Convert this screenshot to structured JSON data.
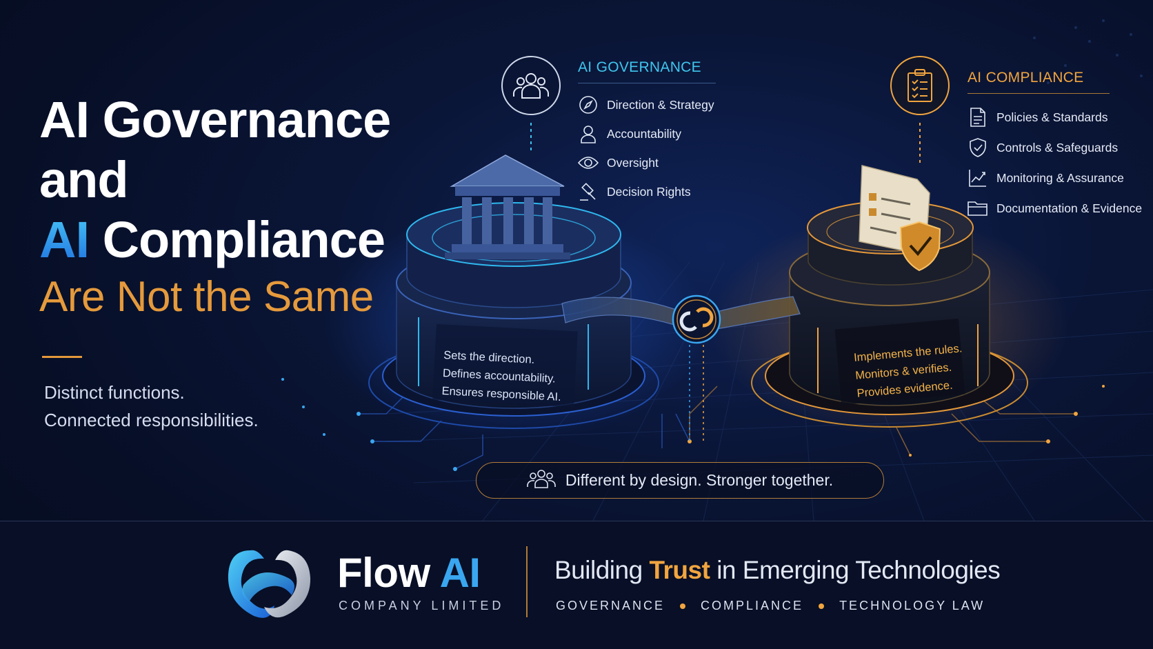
{
  "hero": {
    "line1": "AI Governance",
    "line2": "and",
    "line3_ai": "AI",
    "line3_rest": "Compliance",
    "line4": "Are Not the Same"
  },
  "tagline": {
    "line1": "Distinct functions.",
    "line2": "Connected responsibilities."
  },
  "governance": {
    "title": "AI GOVERNANCE",
    "items": [
      {
        "label": "Direction & Strategy",
        "icon": "compass-icon"
      },
      {
        "label": "Accountability",
        "icon": "person-icon"
      },
      {
        "label": "Oversight",
        "icon": "eye-icon"
      },
      {
        "label": "Decision Rights",
        "icon": "gavel-icon"
      }
    ],
    "pedestal_lines": [
      "Sets the direction.",
      "Defines accountability.",
      "Ensures responsible AI."
    ]
  },
  "compliance": {
    "title": "AI COMPLIANCE",
    "items": [
      {
        "label": "Policies & Standards",
        "icon": "document-icon"
      },
      {
        "label": "Controls & Safeguards",
        "icon": "shield-check-icon"
      },
      {
        "label": "Monitoring & Assurance",
        "icon": "chart-icon"
      },
      {
        "label": "Documentation & Evidence",
        "icon": "folder-icon"
      }
    ],
    "pedestal_lines": [
      "Implements the rules.",
      "Monitors & verifies.",
      "Provides evidence."
    ]
  },
  "pill": {
    "text": "Different by design. Stronger together."
  },
  "footer": {
    "brand_main": "Flow",
    "brand_ai": "AI",
    "brand_sub": "COMPANY LIMITED",
    "slogan_pre": "Building",
    "slogan_trust": "Trust",
    "slogan_post": "in Emerging Technologies",
    "tags": [
      "GOVERNANCE",
      "COMPLIANCE",
      "TECHNOLOGY LAW"
    ]
  },
  "colors": {
    "accent_blue": "#3fc6ee",
    "accent_orange": "#f1a53f",
    "background": "#0a1536"
  }
}
